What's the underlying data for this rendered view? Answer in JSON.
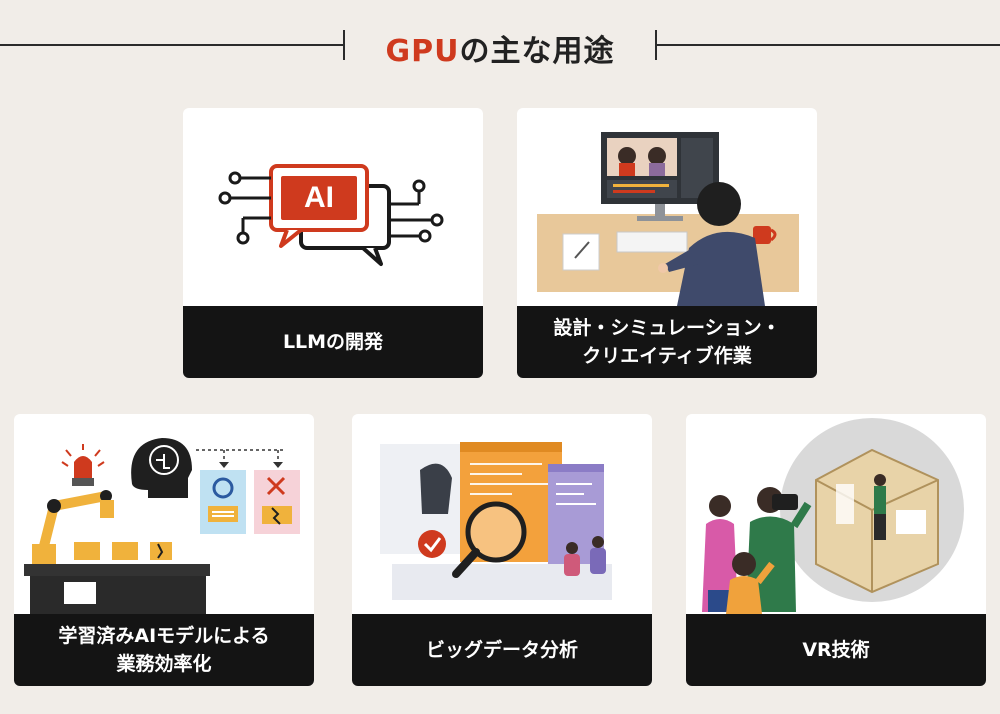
{
  "header": {
    "title_accent": "GPU",
    "title_rest": "の主な用途"
  },
  "cards": [
    {
      "line1": "LLMの開発",
      "line2": "",
      "icon_text": "AI"
    },
    {
      "line1": "設計・シミュレーション・",
      "line2": "クリエイティブ作業"
    },
    {
      "line1": "学習済みAIモデルによる",
      "line2": "業務効率化"
    },
    {
      "line1": "ビッグデータ分析",
      "line2": ""
    },
    {
      "line1": "VR技術",
      "line2": ""
    }
  ],
  "colors": {
    "accent": "#cf3a1e",
    "background": "#f1ede8",
    "label_bg": "#141414"
  }
}
